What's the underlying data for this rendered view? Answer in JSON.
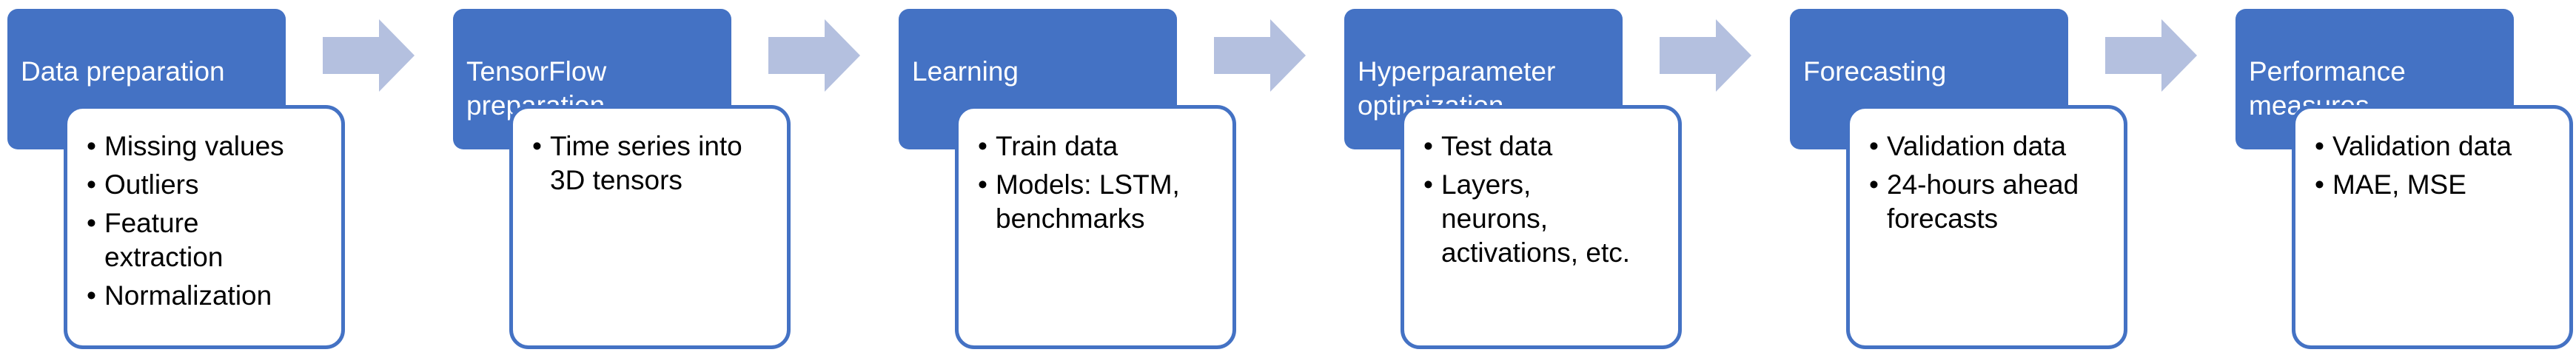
{
  "diagram": {
    "stages": [
      {
        "title": "Data preparation",
        "items": [
          "Missing values",
          "Outliers",
          "Feature\nextraction",
          "Normalization"
        ]
      },
      {
        "title": "TensorFlow\npreparation",
        "items": [
          "Time series into\n3D tensors"
        ]
      },
      {
        "title": "Learning",
        "items": [
          "Train data",
          "Models: LSTM,\nbenchmarks"
        ]
      },
      {
        "title": "Hyperparameter\noptimization",
        "items": [
          "Test data",
          "Layers,\nneurons,\nactivations, etc."
        ]
      },
      {
        "title": "Forecasting",
        "items": [
          "Validation data",
          "24-hours ahead\nforecasts"
        ]
      },
      {
        "title": "Performance\nmeasures",
        "items": [
          "Validation data",
          "MAE, MSE"
        ]
      }
    ],
    "colors": {
      "header_fill": "#4472c4",
      "header_text": "#ffffff",
      "detail_border": "#4472c4",
      "arrow_fill": "#b4c0df"
    },
    "connector_icon": "right-arrow-icon"
  }
}
